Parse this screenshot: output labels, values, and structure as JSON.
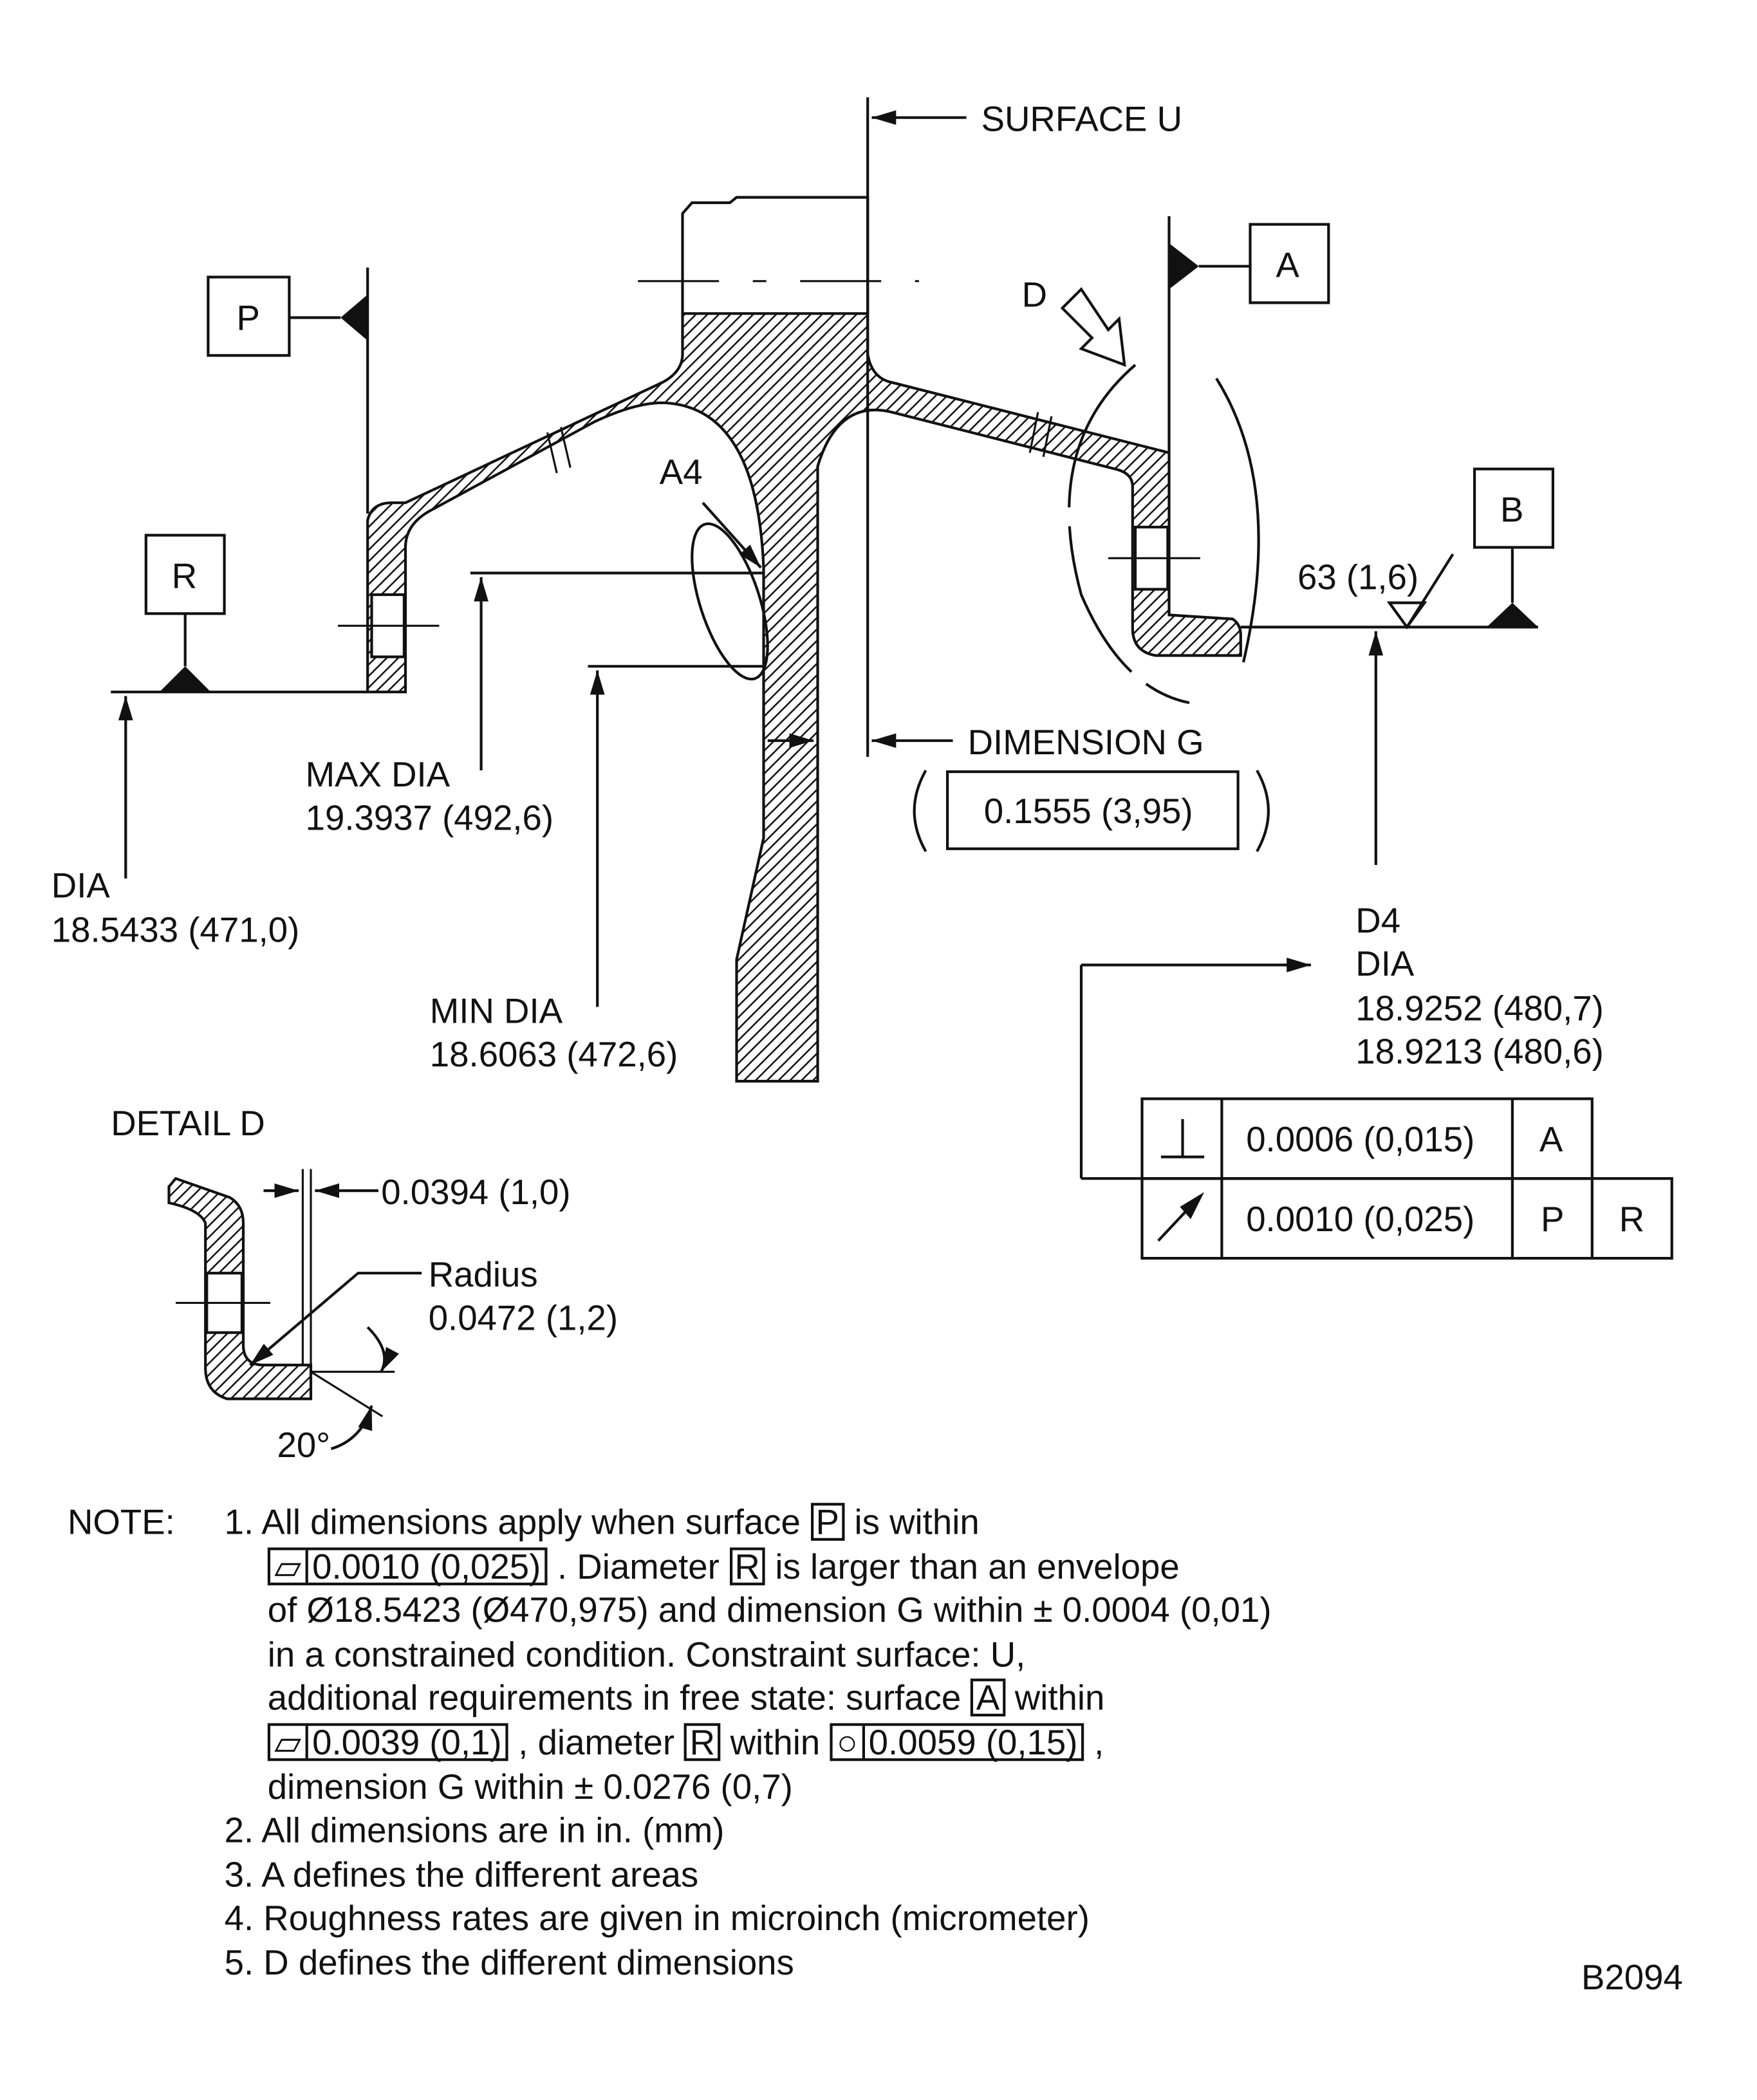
{
  "drawing": {
    "surface_u": "SURFACE U",
    "datum_p": "P",
    "datum_a": "A",
    "datum_b": "B",
    "datum_r": "R",
    "detail_arrow_label": "D",
    "area_label": "A4",
    "roughness": "63 (1,6)",
    "dimension_g_label": "DIMENSION G",
    "dimension_g_value": "0.1555 (3,95)",
    "max_dia": {
      "label": "MAX DIA",
      "value": "19.3937 (492,6)"
    },
    "dia": {
      "label": "DIA",
      "value": "18.5433 (471,0)"
    },
    "min_dia": {
      "label": "MIN DIA",
      "value": "18.6063 (472,6)"
    },
    "d4": {
      "label": "D4",
      "dia": "DIA",
      "upper": "18.9252 (480,7)",
      "lower": "18.9213 (480,6)"
    },
    "feature_control_frames": [
      {
        "symbol": "perpendicularity",
        "tolerance": "0.0006 (0,015)",
        "datums": [
          "A"
        ]
      },
      {
        "symbol": "circular-runout",
        "tolerance": "0.0010 (0,025)",
        "datums": [
          "P",
          "R"
        ]
      }
    ],
    "detail": {
      "title": "DETAIL D",
      "gap": "0.0394 (1,0)",
      "radius_label": "Radius",
      "radius_value": "0.0472 (1,2)",
      "angle": "20°"
    }
  },
  "notes": {
    "heading": "NOTE:",
    "n1": {
      "l1a": "1. All dimensions apply when surface ",
      "l1_box": "P",
      "l1b": " is within",
      "l2_sym": "▱",
      "l2_tol": "0.0010 (0,025)",
      "l2a": " . Diameter ",
      "l2_box": "R",
      "l2b": " is larger than an envelope",
      "l3": "of Ø18.5423 (Ø470,975) and dimension G within ± 0.0004 (0,01)",
      "l4": "in a constrained condition. Constraint surface: U,",
      "l5a": "additional requirements in free state: surface ",
      "l5_box": "A",
      "l5b": " within",
      "l6_sym": "▱",
      "l6_tol": "0.0039 (0,1)",
      "l6a": " , diameter ",
      "l6_box": "R",
      "l6b": " within ",
      "l6_sym2": "○",
      "l6_tol2": "0.0059 (0,15)",
      "l6c": " ,",
      "l7": "dimension G within ± 0.0276 (0,7)"
    },
    "items": [
      "2. All dimensions are in in. (mm)",
      "3. A defines the different areas",
      "4. Roughness rates are given in microinch (micrometer)",
      "5. D defines the different dimensions"
    ]
  },
  "figure_id": "B2094"
}
